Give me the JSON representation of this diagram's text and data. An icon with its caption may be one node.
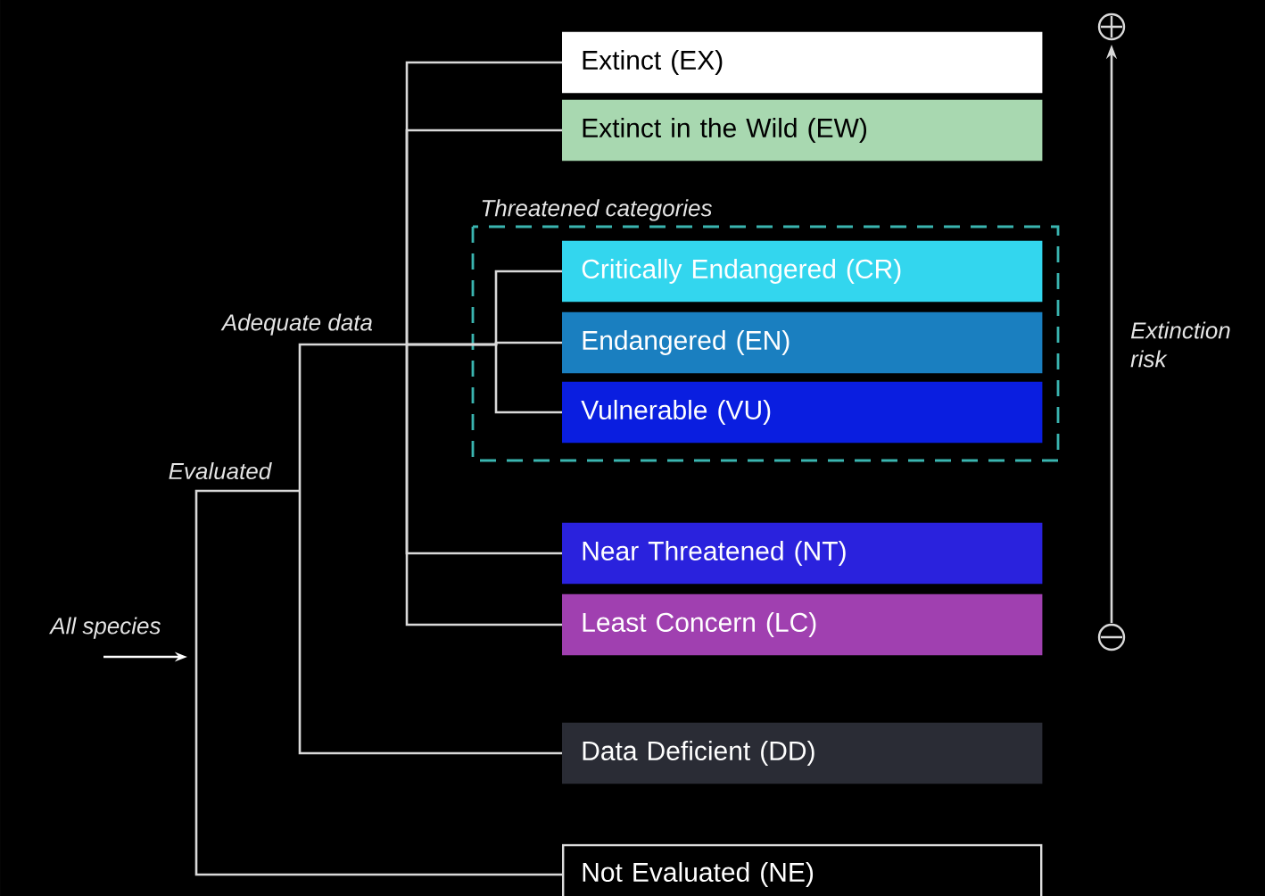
{
  "diagram": {
    "nodes": [
      {
        "text": [
          "All species"
        ]
      },
      {
        "text": [
          "Evaluated"
        ]
      },
      {
        "text": [
          "Adequate data"
        ]
      },
      {
        "text": [
          "Extinct (EX)"
        ]
      },
      {
        "text": [
          "Extinct in the Wild (EW)"
        ]
      },
      {
        "text": [
          "Threatened categories"
        ]
      },
      {
        "text": [
          "Critically Endangered (CR)"
        ],
        "in": 5
      },
      {
        "text": [
          "Endangered (EN)"
        ],
        "in": 5
      },
      {
        "text": [
          "Vulnerable (VU)"
        ],
        "in": 5
      },
      {
        "text": [
          "Near Threatened (NT)"
        ]
      },
      {
        "text": [
          "Least Concern (LC)"
        ]
      },
      {
        "text": [
          "Data Deficient (DD)"
        ]
      },
      {
        "text": [
          "Not Evaluated (NE)"
        ]
      }
    ],
    "edges": [
      {
        "from": 0,
        "to": 1,
        "arrow": "none"
      },
      {
        "from": 0,
        "to": 12,
        "arrow": "none"
      },
      {
        "from": 1,
        "to": 2,
        "arrow": "none"
      },
      {
        "from": 1,
        "to": 11,
        "arrow": "none"
      },
      {
        "from": 2,
        "to": 3,
        "arrow": "none"
      },
      {
        "from": 2,
        "to": 4,
        "arrow": "none"
      },
      {
        "from": 2,
        "to": 6,
        "arrow": "none"
      },
      {
        "from": 2,
        "to": 7,
        "arrow": "none"
      },
      {
        "from": 2,
        "to": 8,
        "arrow": "none"
      },
      {
        "from": 2,
        "to": 9,
        "arrow": "none"
      },
      {
        "from": 2,
        "to": 10,
        "arrow": "none"
      }
    ],
    "labels": [
      "Extinction risk"
    ]
  }
}
